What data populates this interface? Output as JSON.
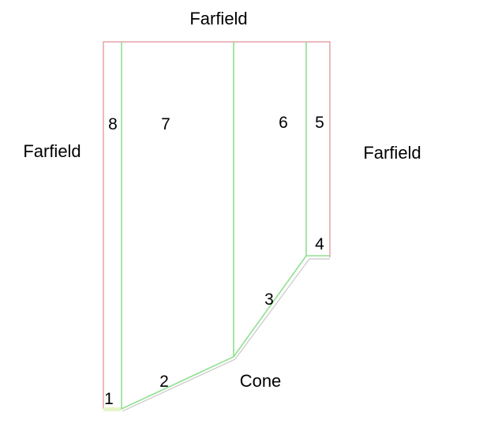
{
  "labels": {
    "farfield_top": "Farfield",
    "farfield_left": "Farfield",
    "farfield_right": "Farfield",
    "cone": "Cone"
  },
  "regions": [
    "1",
    "2",
    "3",
    "4",
    "5",
    "6",
    "7",
    "8"
  ],
  "colors": {
    "farfield_boundary": "#e8a0a8",
    "block_edge": "#8fe08f",
    "cone_wall": "#c0c0c0",
    "text": "#000000"
  }
}
